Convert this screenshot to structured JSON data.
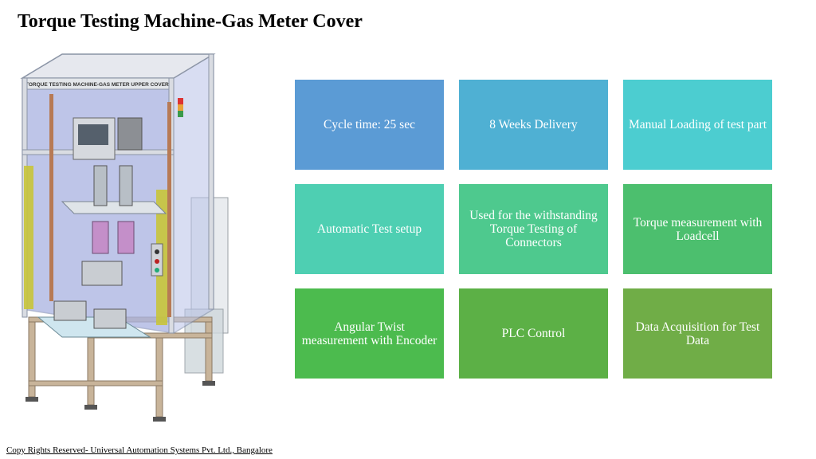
{
  "slide": {
    "title": "Torque Testing Machine-Gas Meter Cover",
    "footer": "Copy Rights Reserved- Universal Automation Systems Pvt. Ltd., Bangalore",
    "machine_label": "TORQUE TESTING MACHINE-GAS METER UPPER COVER"
  },
  "tiles": [
    {
      "text": "Cycle time: 25 sec",
      "color": "#5b9bd5"
    },
    {
      "text": "8 Weeks Delivery",
      "color": "#4fb0d3"
    },
    {
      "text": "Manual Loading of test part",
      "color": "#4ccdd0"
    },
    {
      "text": "Automatic Test setup",
      "color": "#4ecfb2"
    },
    {
      "text": "Used for the withstanding Torque Testing of Connectors",
      "color": "#4ec98e"
    },
    {
      "text": "Torque measurement with Loadcell",
      "color": "#4cbf6e"
    },
    {
      "text": "Angular Twist measurement with Encoder",
      "color": "#4cbb4e"
    },
    {
      "text": "PLC Control",
      "color": "#5cb046"
    },
    {
      "text": "Data Acquisition for Test Data",
      "color": "#70ad47"
    }
  ]
}
